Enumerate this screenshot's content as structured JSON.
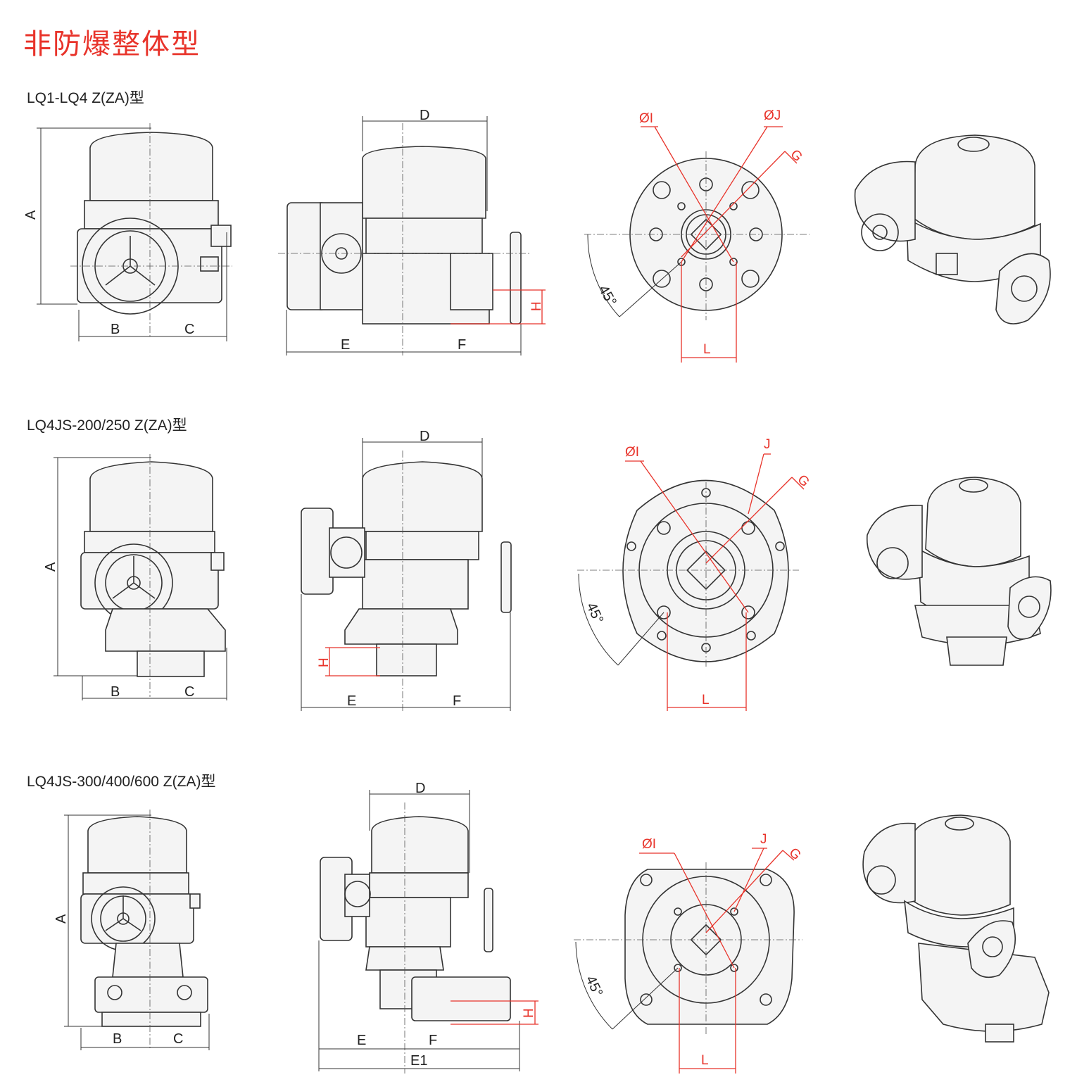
{
  "page": {
    "title": "非防爆整体型",
    "accent_color": "#e8332a"
  },
  "rows": [
    {
      "model": "LQ1-LQ4 Z(ZA)型",
      "front": {
        "a": "A",
        "b": "B",
        "c": "C"
      },
      "side": {
        "d": "D",
        "e": "E",
        "f": "F",
        "h": "H"
      },
      "flange": {
        "oi": "ØI",
        "oj": "ØJ",
        "g": "G",
        "angle": "45°",
        "l": "L"
      }
    },
    {
      "model": "LQ4JS-200/250 Z(ZA)型",
      "front": {
        "a": "A",
        "b": "B",
        "c": "C"
      },
      "side": {
        "d": "D",
        "e": "E",
        "f": "F",
        "h": "H"
      },
      "flange": {
        "oi": "ØI",
        "oj": "J",
        "g": "G",
        "angle": "45°",
        "l": "L"
      }
    },
    {
      "model": "LQ4JS-300/400/600 Z(ZA)型",
      "front": {
        "a": "A",
        "b": "B",
        "c": "C"
      },
      "side": {
        "d": "D",
        "e": "E",
        "f": "F",
        "h": "H",
        "e1": "E1"
      },
      "flange": {
        "oi": "ØI",
        "oj": "J",
        "g": "G",
        "angle": "45°",
        "l": "L"
      }
    }
  ]
}
